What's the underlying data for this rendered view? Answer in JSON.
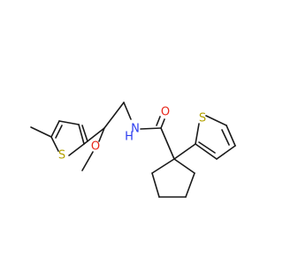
{
  "molecule": {
    "atoms": [
      {
        "id": "S1",
        "label": "S",
        "color": "#b3a100"
      },
      {
        "id": "S2",
        "label": "S",
        "color": "#b3a100"
      },
      {
        "id": "O1",
        "label": "O",
        "color": "#e8271b"
      },
      {
        "id": "O2",
        "label": "O",
        "color": "#e8271b"
      },
      {
        "id": "N1",
        "label": "N",
        "color": "#2b3cf0"
      },
      {
        "id": "H1",
        "label": "H",
        "color": "#2b3cf0"
      }
    ]
  }
}
